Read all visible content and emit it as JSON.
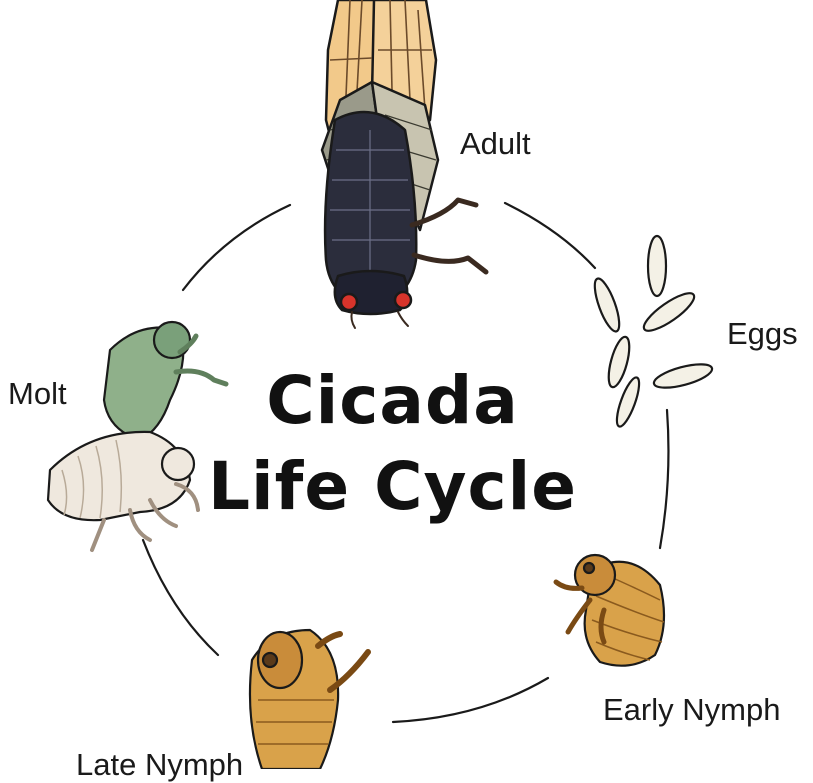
{
  "diagram": {
    "title_line_1": "Cicada",
    "title_line_2": "Life Cycle",
    "stages": {
      "adult": "Adult",
      "eggs": "Eggs",
      "early_nymph": "Early Nymph",
      "late_nymph": "Late Nymph",
      "molt": "Molt"
    }
  },
  "colors": {
    "wing": "#f2c98a",
    "wing_vein": "#6b4a2a",
    "body": "#2b2d3c",
    "eye": "#d8342b",
    "nymph": "#d9a24a",
    "molt_green": "#8fb08a",
    "shell": "#efe8de",
    "egg": "#f4f1e6",
    "outline": "#1a1a1a"
  }
}
